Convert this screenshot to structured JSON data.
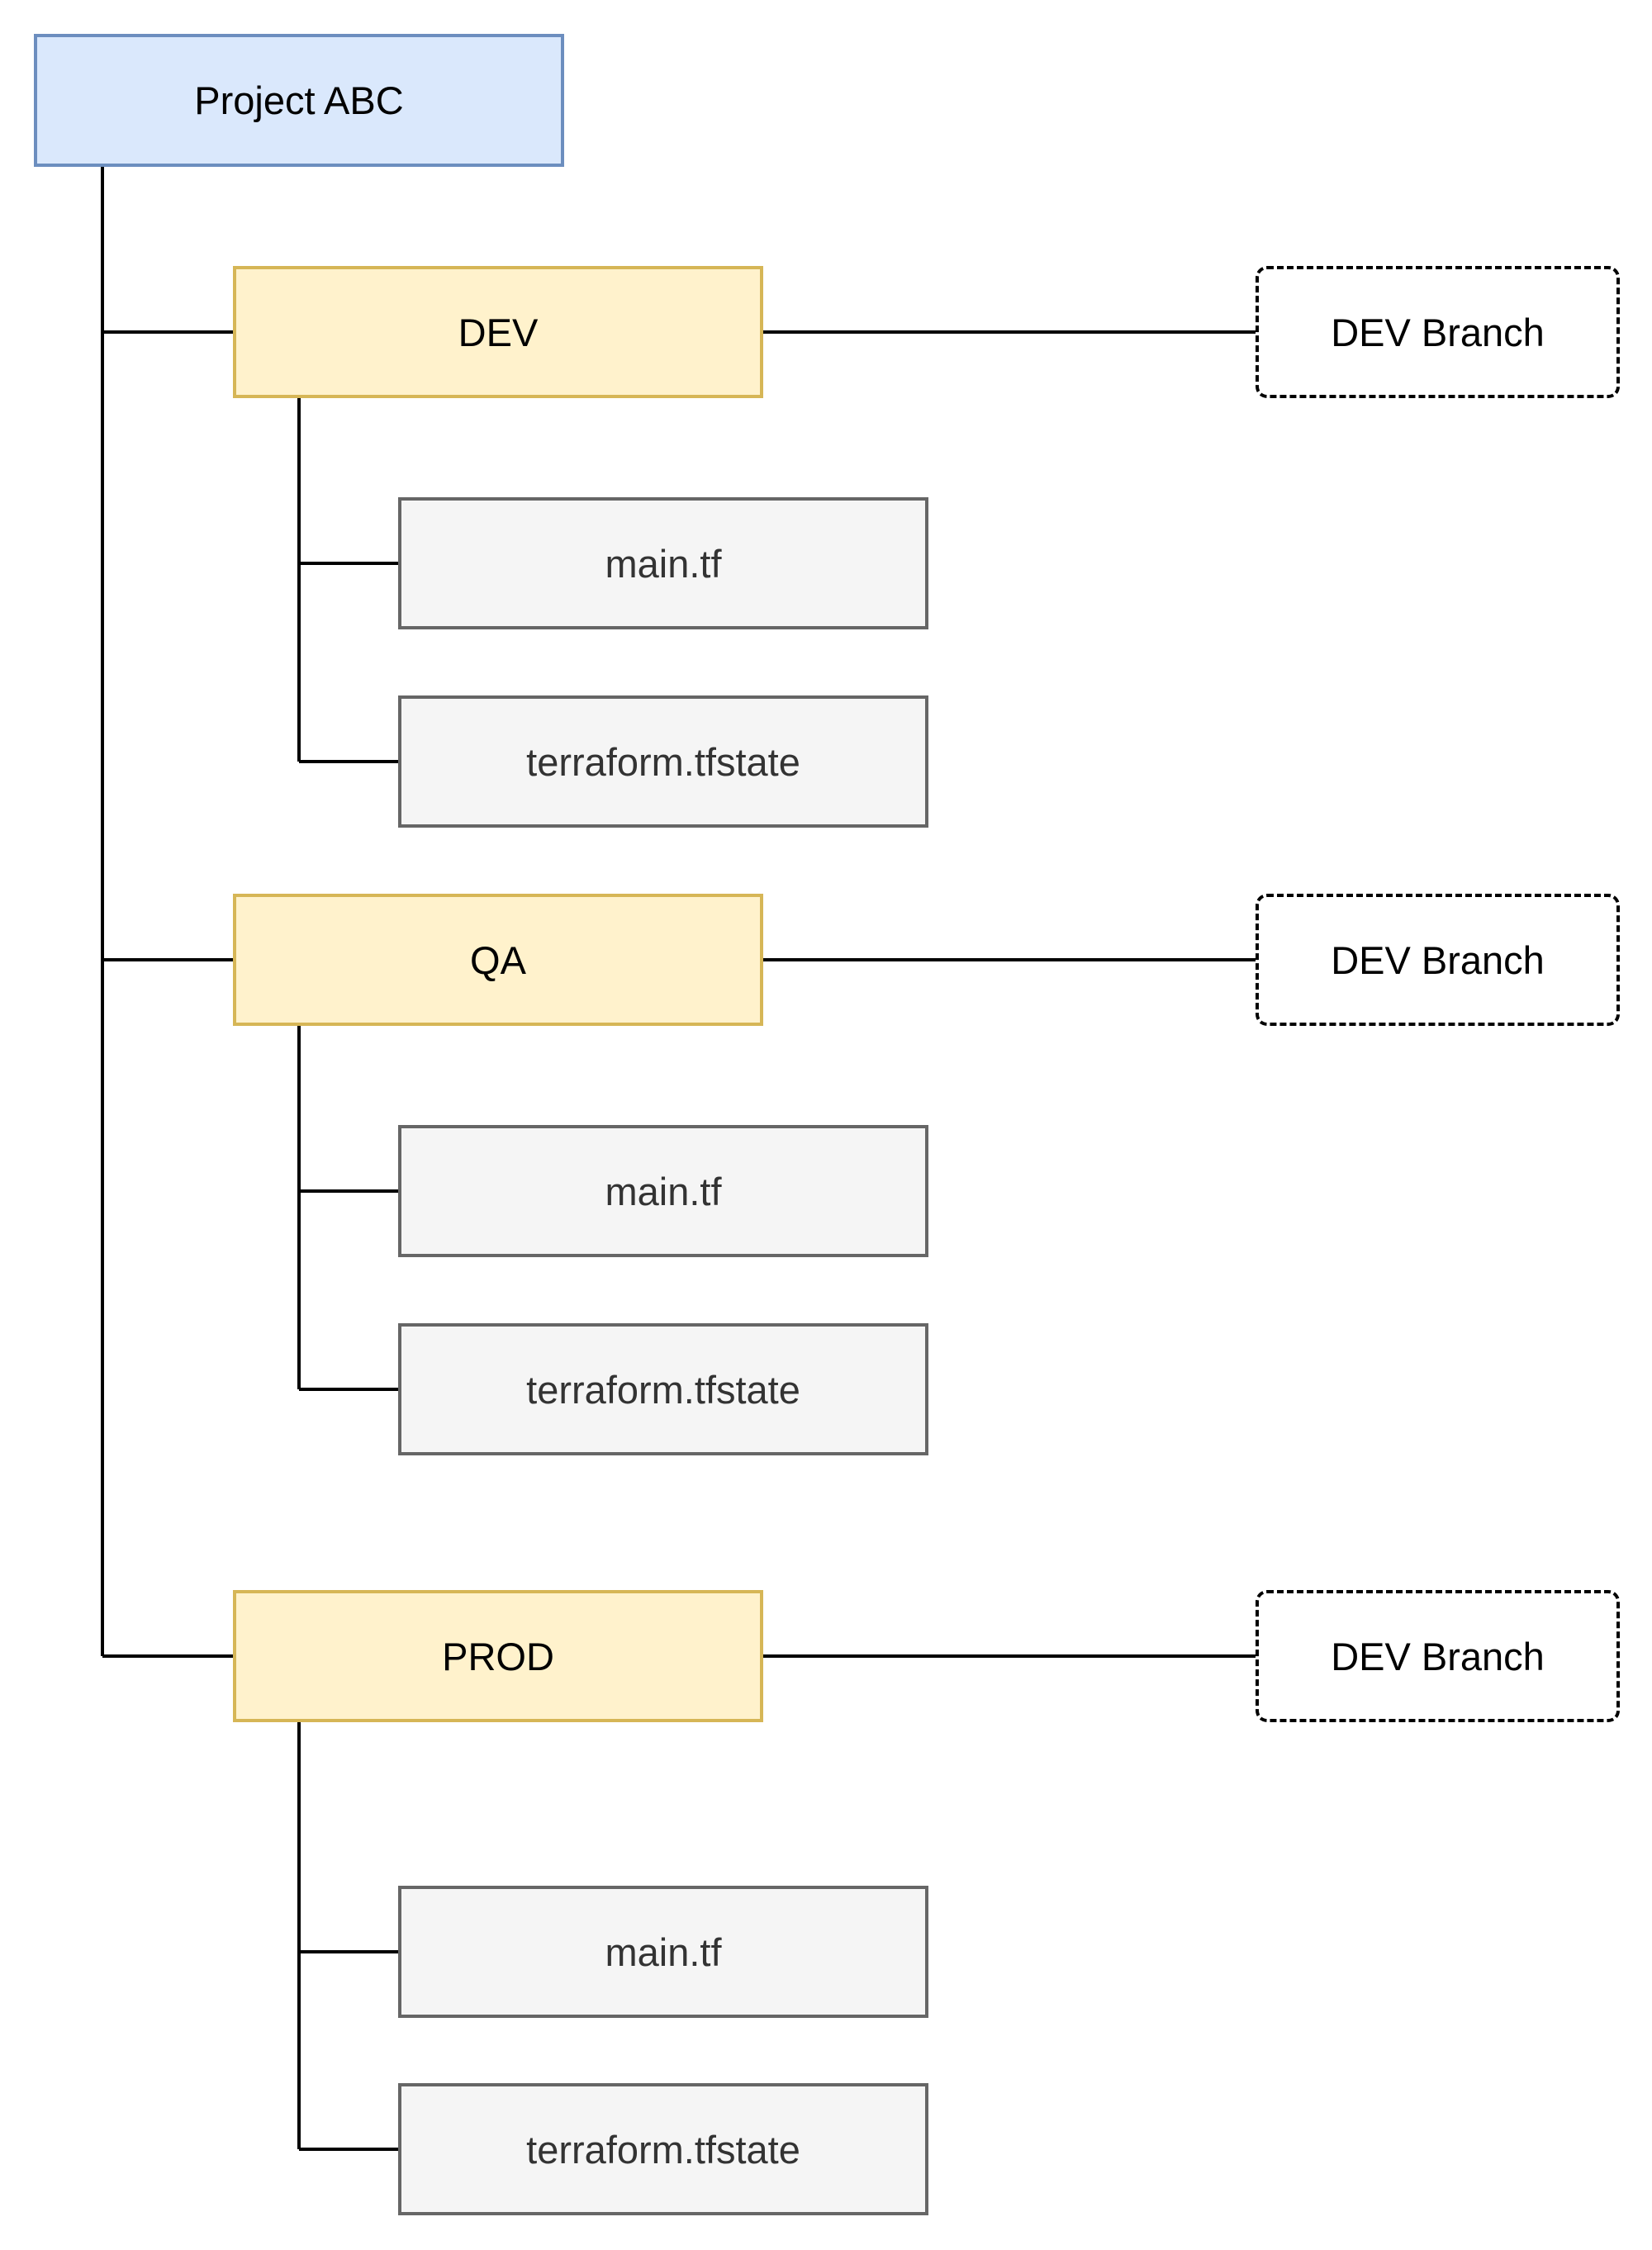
{
  "root": {
    "label": "Project ABC"
  },
  "environments": [
    {
      "label": "DEV",
      "files": [
        {
          "label": "main.tf"
        },
        {
          "label": "terraform.tfstate"
        }
      ],
      "branch": {
        "label": "DEV Branch"
      }
    },
    {
      "label": "QA",
      "files": [
        {
          "label": "main.tf"
        },
        {
          "label": "terraform.tfstate"
        }
      ],
      "branch": {
        "label": "DEV Branch"
      }
    },
    {
      "label": "PROD",
      "files": [
        {
          "label": "main.tf"
        },
        {
          "label": "terraform.tfstate"
        }
      ],
      "branch": {
        "label": "DEV Branch"
      }
    }
  ],
  "colors": {
    "root_fill": "#dae8fc",
    "root_stroke": "#6c8ebf",
    "env_fill": "#fff2cc",
    "env_stroke": "#d6b656",
    "file_fill": "#f5f5f5",
    "file_stroke": "#666666",
    "connector": "#000000"
  }
}
